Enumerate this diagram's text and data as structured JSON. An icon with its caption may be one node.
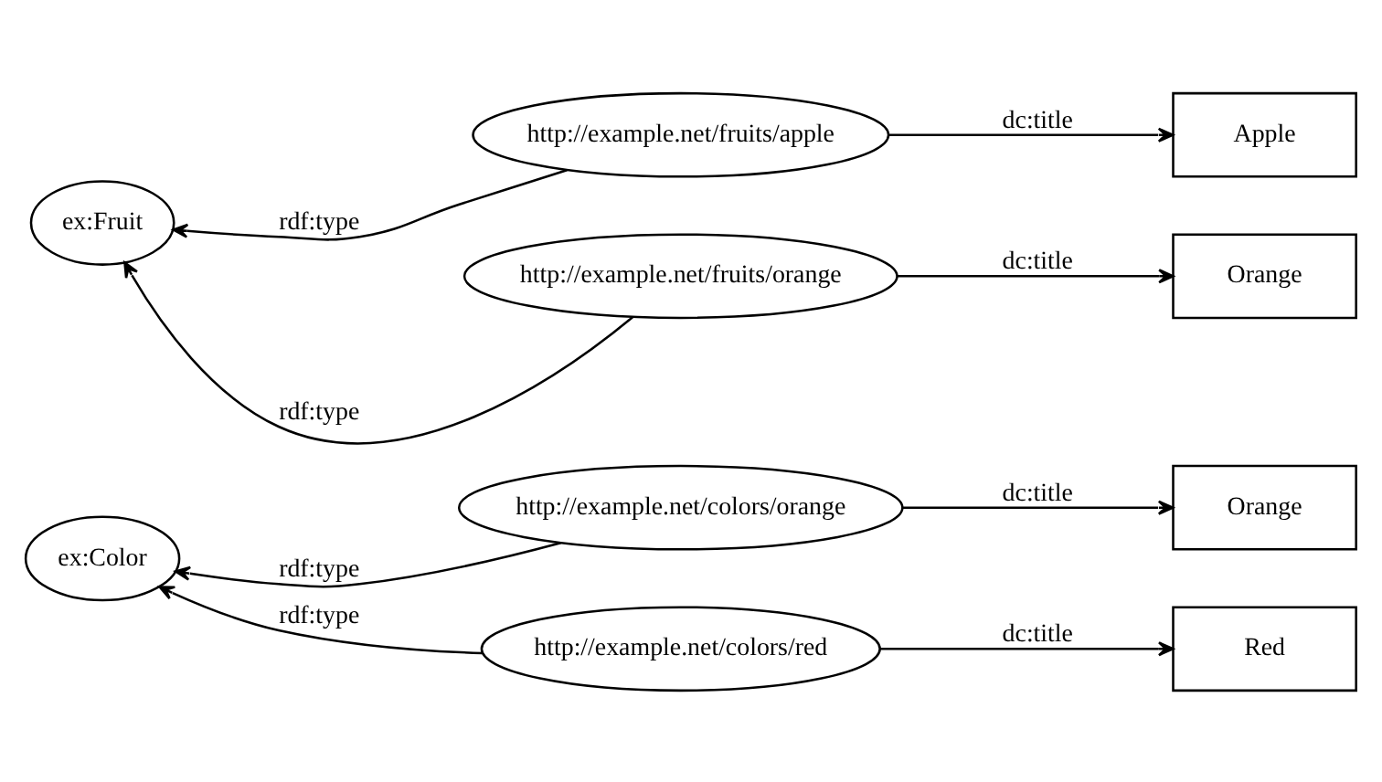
{
  "diagram": {
    "nodes": [
      {
        "text": [
          "ex:Color"
        ]
      },
      {
        "text": [
          "http://example.net/colors/orange"
        ]
      },
      {
        "text": [
          "Orange"
        ]
      },
      {
        "text": [
          "http://example.net/colors/red"
        ]
      },
      {
        "text": [
          "Red"
        ]
      },
      {
        "text": [
          "ex:Fruit"
        ]
      },
      {
        "text": [
          "http://example.net/fruits/apple"
        ]
      },
      {
        "text": [
          "Apple"
        ]
      },
      {
        "text": [
          "http://example.net/fruits/orange"
        ]
      },
      {
        "text": [
          "Orange"
        ]
      }
    ],
    "edges": [
      {
        "from": 1,
        "to": 0,
        "arrow": "to",
        "label": "rdf:type"
      },
      {
        "from": 1,
        "to": 2,
        "arrow": "to",
        "label": "dc:title"
      },
      {
        "from": 3,
        "to": 0,
        "arrow": "to",
        "label": "rdf:type"
      },
      {
        "from": 3,
        "to": 4,
        "arrow": "to",
        "label": "dc:title"
      },
      {
        "from": 6,
        "to": 5,
        "arrow": "to",
        "label": "rdf:type"
      },
      {
        "from": 6,
        "to": 7,
        "arrow": "to",
        "label": "dc:title"
      },
      {
        "from": 8,
        "to": 5,
        "arrow": "to",
        "label": "rdf:type"
      },
      {
        "from": 8,
        "to": 9,
        "arrow": "to",
        "label": "dc:title"
      }
    ]
  }
}
